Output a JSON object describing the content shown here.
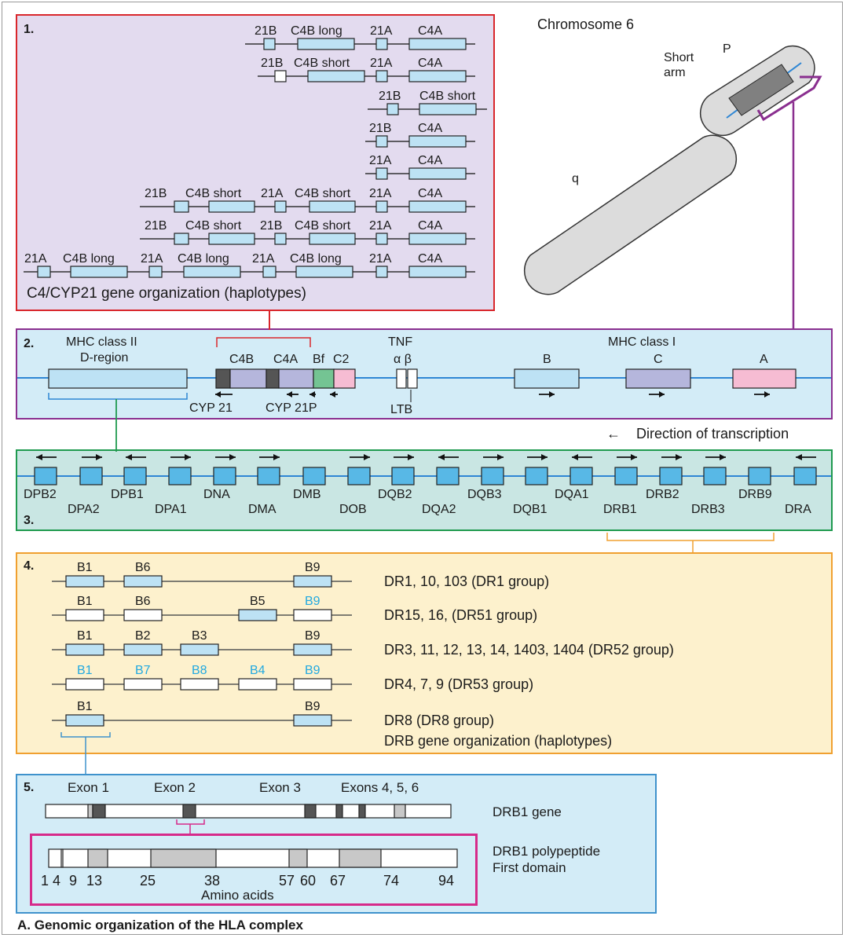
{
  "colors": {
    "panel1_bg": "#e3dbef",
    "panel1_border": "#d9262b",
    "panel2_bg": "#d3ecf7",
    "panel2_border": "#8a2f8f",
    "panel3_bg": "#c9e6e3",
    "panel3_border": "#1f9a4f",
    "panel4_bg": "#fdf1cd",
    "panel4_border": "#f0a030",
    "panel5_bg": "#d3ecf7",
    "panel5_border": "#3f92cc",
    "inner5_border": "#d62a8a",
    "gene_blue": "#bde2f4",
    "gene_lavender": "#b5b6dc",
    "gene_pink": "#f6bcd3",
    "gene_green": "#74c493",
    "gene_darkgrey": "#555555",
    "gene_grey": "#c8c8c8",
    "line_blue": "#2e86d4",
    "cyan_text": "#22a9e0",
    "connector_red": "#d9262b",
    "connector_purple": "#8a2f8f",
    "connector_green": "#1f9a4f",
    "connector_orange": "#f0a030",
    "connector_blue": "#3f92cc"
  },
  "panel1": {
    "number": "1.",
    "caption": "C4/CYP21 gene organization (haplotypes)",
    "rows": [
      [
        "21B",
        "C4B long",
        "21A",
        "C4A"
      ],
      [
        "21B",
        "C4B short",
        "21A",
        "C4A"
      ],
      [
        "21B",
        "C4B short"
      ],
      [
        "21B",
        "C4A"
      ],
      [
        "21A",
        "C4A"
      ],
      [
        "21B",
        "C4B short",
        "21A",
        "C4B short",
        "21A",
        "C4A"
      ],
      [
        "21B",
        "C4B short",
        "21B",
        "C4B short",
        "21A",
        "C4A"
      ],
      [
        "21A",
        "C4B long",
        "21A",
        "C4B long",
        "21A",
        "C4B long",
        "21A",
        "C4A"
      ]
    ]
  },
  "chromosome": {
    "title": "Chromosome 6",
    "short_arm": [
      "Short",
      "arm"
    ],
    "p_label": "P",
    "q_label": "q"
  },
  "panel2": {
    "number": "2.",
    "mhc2": [
      "MHC class II",
      "D-region"
    ],
    "mhc1": "MHC class I",
    "genes_top": [
      "C4B",
      "C4A",
      "Bf",
      "C2"
    ],
    "tnf": "TNF",
    "alpha_beta": "α β",
    "class1_genes": [
      "B",
      "C",
      "A"
    ],
    "cyp21": "CYP 21",
    "cyp21p": "CYP 21P",
    "ltb": "LTB"
  },
  "legend": {
    "arrow": "←",
    "text": "Direction of transcription"
  },
  "panel3": {
    "number": "3.",
    "top_labels": [
      "DPB2",
      "DPB1",
      "DNA",
      "DMB",
      "DQB2",
      "DQB3",
      "DQA1",
      "DRB2",
      "DRB9"
    ],
    "bottom_labels": [
      "DPA2",
      "DPA1",
      "DMA",
      "DOB",
      "DQA2",
      "DQB1",
      "DRB1",
      "DRB3",
      "DRA"
    ],
    "directions": [
      "←",
      "→",
      "←",
      "→",
      "→",
      "→",
      "",
      "→",
      "→",
      "←",
      "→",
      "→",
      "←",
      "→",
      "→",
      "→",
      "",
      "←"
    ]
  },
  "panel4": {
    "number": "4.",
    "rows": [
      {
        "genes": [
          "B1",
          "B6",
          "B9"
        ],
        "text": "DR1, 10, 103 (DR1 group)"
      },
      {
        "genes": [
          "B1",
          "B6",
          "B5",
          "B9"
        ],
        "text": "DR15, 16, (DR51 group)"
      },
      {
        "genes": [
          "B1",
          "B2",
          "B3",
          "B9"
        ],
        "text": "DR3, 11, 12, 13, 14, 1403, 1404 (DR52 group)"
      },
      {
        "genes": [
          "B1",
          "B7",
          "B8",
          "B4",
          "B9"
        ],
        "text": "DR4, 7, 9 (DR53 group)"
      },
      {
        "genes": [
          "B1",
          "B9"
        ],
        "text": "DR8 (DR8 group)"
      }
    ],
    "caption": "DRB gene organization (haplotypes)"
  },
  "panel5": {
    "number": "5.",
    "exons": [
      "Exon 1",
      "Exon 2",
      "Exon 3",
      "Exons 4, 5, 6"
    ],
    "gene_label": "DRB1 gene",
    "polypeptide_label": [
      "DRB1 polypeptide",
      "First domain"
    ],
    "amino_ticks": [
      "1",
      "4",
      "9",
      "13",
      "25",
      "38",
      "57",
      "60",
      "67",
      "74",
      "94"
    ],
    "amino_label": "Amino acids"
  },
  "figure_caption": "A. Genomic organization of the HLA complex"
}
